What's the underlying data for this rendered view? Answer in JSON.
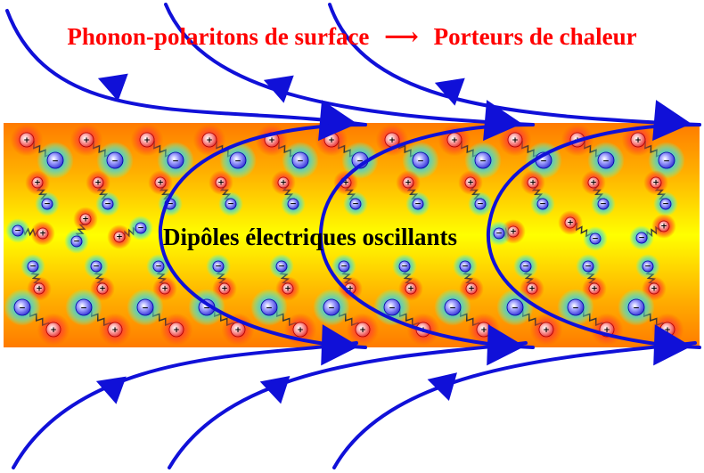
{
  "diagram": {
    "title_left": "Phonon-polaritons de surface",
    "title_arrow": "⟶",
    "title_right": "Porteurs de chaleur",
    "center_label": "Dipôles électriques oscillants",
    "positive_sign": "+",
    "negative_sign": "−",
    "colors": {
      "title": "#ff0000",
      "field_lines": "#1010d8",
      "slab_edge": "#ff7b00",
      "slab_center": "#ffff00",
      "positive_ion": "#ff3030",
      "negative_ion": "#3c3cff",
      "negative_glow": "#66ffaa",
      "spring": "#333333"
    }
  }
}
